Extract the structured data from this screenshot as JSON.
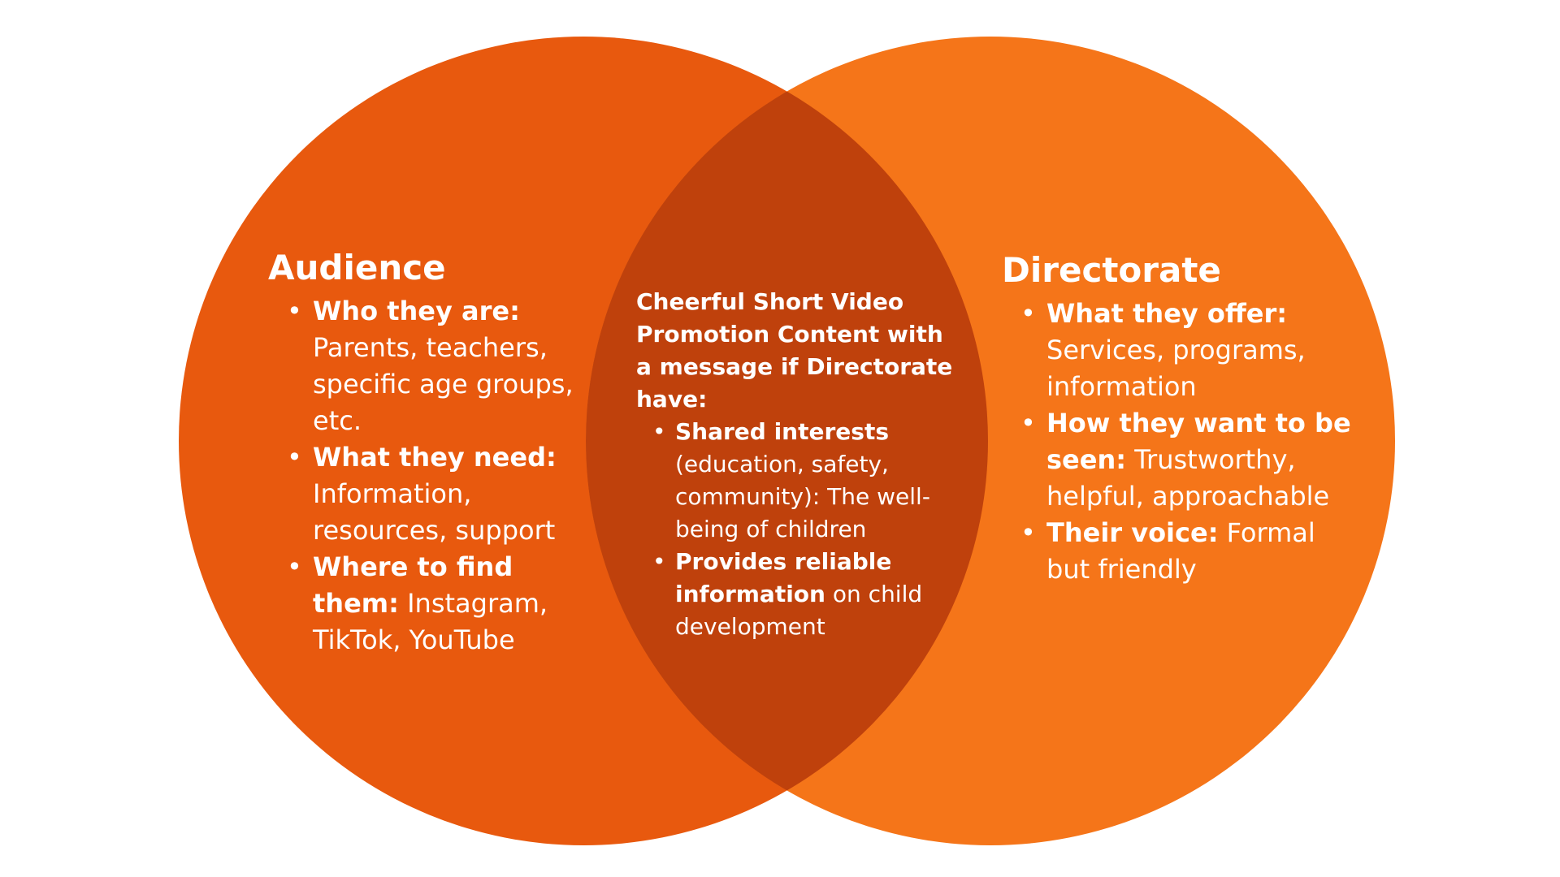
{
  "colors": {
    "left_circle": "#E8590E",
    "right_circle": "#F57519",
    "overlap": "#BF410C",
    "text": "#FFFFFF"
  },
  "left": {
    "heading": "Audience",
    "items": [
      {
        "bold": "Who they are:",
        "text": "Parents, teachers, specific age groups, etc."
      },
      {
        "bold": "What they need:",
        "text": "Information, resources, support"
      },
      {
        "bold": "Where to find them:",
        "text": "Instagram, TikTok, YouTube"
      }
    ]
  },
  "center": {
    "heading": "Cheerful Short Video Promotion Content with a message if Directorate have:",
    "items": [
      {
        "bold": "Shared interests",
        "text": "(education, safety, community): The well-being of children"
      },
      {
        "bold": "Provides reliable information",
        "text": "on child development"
      }
    ]
  },
  "right": {
    "heading": "Directorate",
    "items": [
      {
        "bold": "What they offer:",
        "text": "Services, programs, information"
      },
      {
        "bold": "How they want to be seen:",
        "text": "Trustworthy, helpful, approachable"
      },
      {
        "bold": "Their voice:",
        "text": "Formal but friendly"
      }
    ]
  }
}
